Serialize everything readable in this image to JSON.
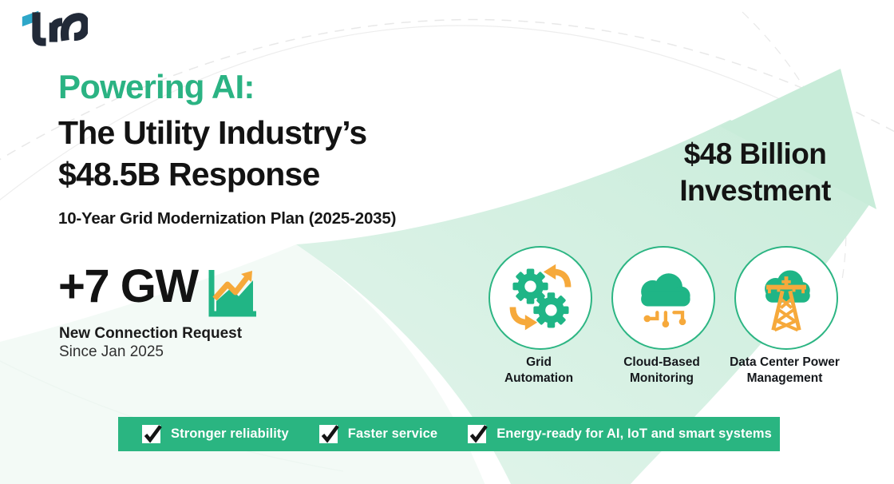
{
  "colors": {
    "accent_green": "#2bb383",
    "banner_green": "#2ab581",
    "icon_green": "#1fb586",
    "icon_orange": "#f6a93b",
    "arrow_light_green": "#cdeedd",
    "logo_navy": "#222a38",
    "logo_cyan": "#2ea7c9",
    "text_dark": "#131313"
  },
  "icons": {
    "brand": "brand-logo",
    "stat": "growth-chart-icon",
    "feature_1": "gears-cycle-icon",
    "feature_2": "cloud-network-icon",
    "feature_3": "cloud-power-tower-icon",
    "background": "growth-arrow-background"
  },
  "header": {
    "title_accent": "Powering AI:",
    "title_line1": "The Utility Industry’s",
    "title_line2": "$48.5B Response",
    "subtitle": "10-Year Grid Modernization Plan (2025-2035)"
  },
  "stat": {
    "value": "+7 GW",
    "label_bold": "New Connection Request",
    "label_sub": "Since Jan 2025"
  },
  "investment": {
    "line1": "$48 Billion",
    "line2": "Investment"
  },
  "features": [
    {
      "label_line1": "Grid",
      "label_line2": "Automation"
    },
    {
      "label_line1": "Cloud-Based",
      "label_line2": "Monitoring"
    },
    {
      "label_line1": "Data Center Power",
      "label_line2": "Management"
    }
  ],
  "benefits_bar": {
    "items": [
      {
        "label": "Stronger reliability"
      },
      {
        "label": "Faster service"
      },
      {
        "label": "Energy-ready for AI, IoT and smart systems"
      }
    ]
  }
}
